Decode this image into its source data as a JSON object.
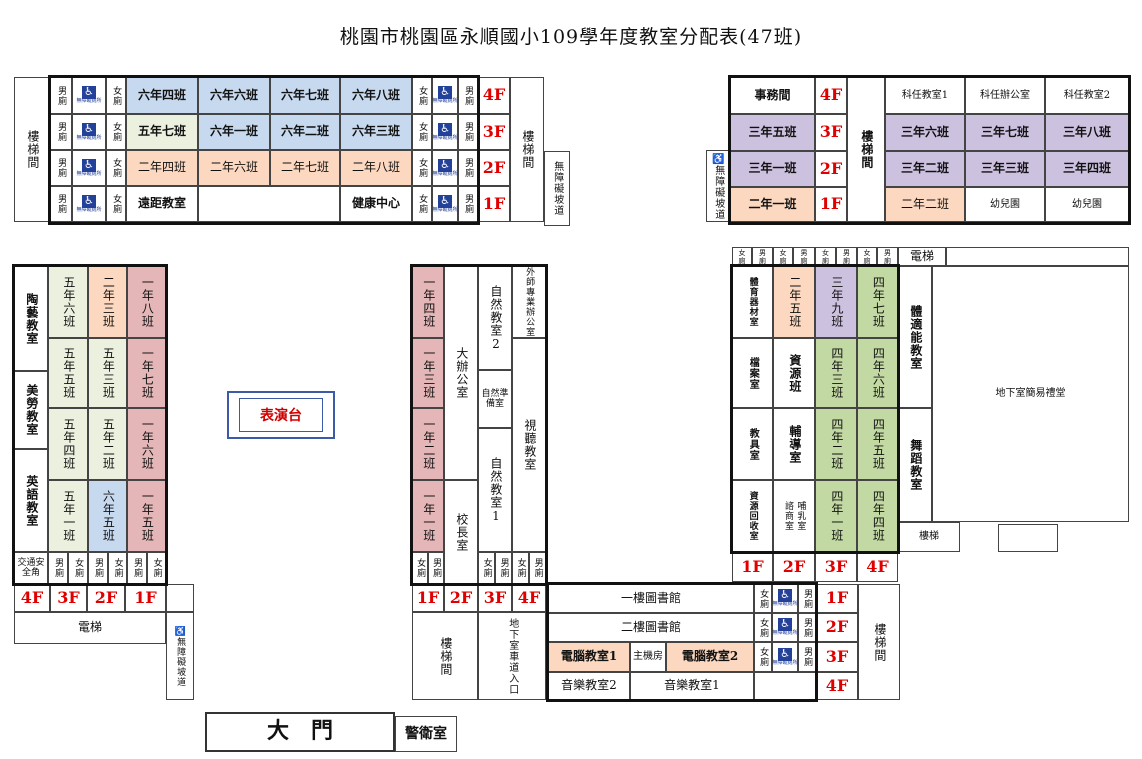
{
  "title": "桃園市桃園區永順國小109學年度教室分配表(47班)",
  "floors": {
    "f1": "1F",
    "f2": "2F",
    "f3": "3F",
    "f4": "4F"
  },
  "common": {
    "stairs": "樓梯間",
    "elevator": "電梯",
    "ramp": "無障礙坡道",
    "stairs_short": "樓梯",
    "men": "男廁",
    "women": "女廁",
    "accessible_icon": "wheelchair-icon",
    "accessible_caption": "無障礙廁所"
  },
  "top_left": {
    "f4": [
      "六年四班",
      "六年六班",
      "六年七班",
      "六年八班"
    ],
    "f3": [
      "五年七班",
      "六年一班",
      "六年二班",
      "六年三班"
    ],
    "f2": [
      "二年四班",
      "二年六班",
      "二年七班",
      "二年八班"
    ],
    "f1_distance": "遠距教室",
    "f1_health": "健康中心"
  },
  "top_right": {
    "office": "事務間",
    "f3_left": "三年五班",
    "f2_left": "三年一班",
    "f1_left": "二年一班",
    "f4_right": [
      "科任教室1",
      "科任辦公室",
      "科任教室2"
    ],
    "f3_right": [
      "三年六班",
      "三年七班",
      "三年八班"
    ],
    "f2_right": [
      "三年二班",
      "三年三班",
      "三年四班"
    ],
    "f1_right": [
      "二年二班",
      "幼兒園",
      "幼兒園"
    ]
  },
  "left_block": {
    "pottery": "陶藝教室",
    "labor": "美勞教室",
    "english": "英語教室",
    "col_a": [
      "五年六班",
      "五年五班",
      "五年四班",
      "五年一班"
    ],
    "col_b": [
      "二年三班",
      "五年三班",
      "五年二班",
      "六年五班"
    ],
    "col_c": [
      "一年八班",
      "一年七班",
      "一年六班",
      "一年五班"
    ],
    "traffic": "交通安全角"
  },
  "stage": "表演台",
  "center_block": {
    "grade1": [
      "一年四班",
      "一年三班",
      "一年二班",
      "一年一班"
    ],
    "meeting": "大辦公室",
    "principal": "校長室",
    "science2": "自然教室2",
    "science_prep": "自然準備室",
    "science1": "自然教室1",
    "foreign": "外師專業辦公室",
    "av": "視聽教室",
    "basement_entrance": "地下室車道入口"
  },
  "library": {
    "lib1": "一樓圖書館",
    "lib2": "二樓圖書館",
    "comp1": "電腦教室1",
    "host": "主機房",
    "comp2": "電腦教室2",
    "music2": "音樂教室2",
    "music1": "音樂教室1"
  },
  "right_block": {
    "col1": [
      "體育器材室",
      "檔案室",
      "教具室",
      "資源回收室"
    ],
    "col2_top": "二年五班",
    "col2_resource": "資源班",
    "col2_counsel": "輔導室",
    "col2_milk": "哺乳室",
    "col2_consult": "諮商室",
    "col3": [
      "三年九班",
      "四年三班",
      "四年二班",
      "四年一班"
    ],
    "col4": [
      "四年七班",
      "四年六班",
      "四年五班",
      "四年四班"
    ],
    "fitness": "體適能教室",
    "dance": "舞蹈教室",
    "basement_hall": "地下室簡易禮堂"
  },
  "gate": "大　門",
  "guard": "警衛室"
}
